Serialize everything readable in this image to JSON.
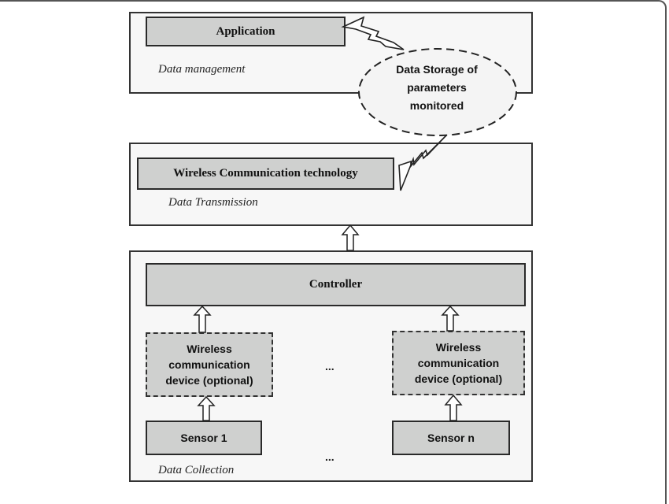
{
  "layers": {
    "management": {
      "box_label": "Application",
      "layer_label": "Data management"
    },
    "storage": {
      "label_lines": [
        "Data Storage of",
        "parameters",
        "monitored"
      ]
    },
    "transmission": {
      "box_label": "Wireless Communication technology",
      "layer_label": "Data Transmission"
    },
    "collection": {
      "controller_label": "Controller",
      "wireless_devices": [
        {
          "lines": [
            "Wireless",
            "communication",
            "device (optional)"
          ]
        },
        {
          "lines": [
            "Wireless",
            "communication",
            "device (optional)"
          ]
        }
      ],
      "ellipsis": "...",
      "sensors": [
        {
          "label": "Sensor 1"
        },
        {
          "label": "Sensor n"
        }
      ],
      "layer_label": "Data Collection"
    }
  },
  "colors": {
    "box_fill": "#cfd0cf",
    "panel_fill": "#f7f7f7",
    "stroke": "#2a2a2a"
  }
}
